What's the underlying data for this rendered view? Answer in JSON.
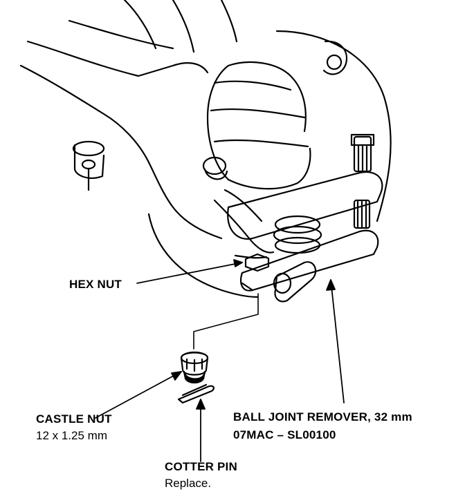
{
  "labels": {
    "hex_nut": "HEX NUT",
    "castle_nut": {
      "name": "CASTLE NUT",
      "size": "12 x 1.25 mm"
    },
    "ball_joint_remover": {
      "name": "BALL JOINT REMOVER, 32 mm",
      "part_no": "07MAC – SL00100"
    },
    "cotter_pin": {
      "name": "COTTER PIN",
      "note": "Replace."
    }
  },
  "colors": {
    "ink": "#000000",
    "paper": "#ffffff"
  }
}
